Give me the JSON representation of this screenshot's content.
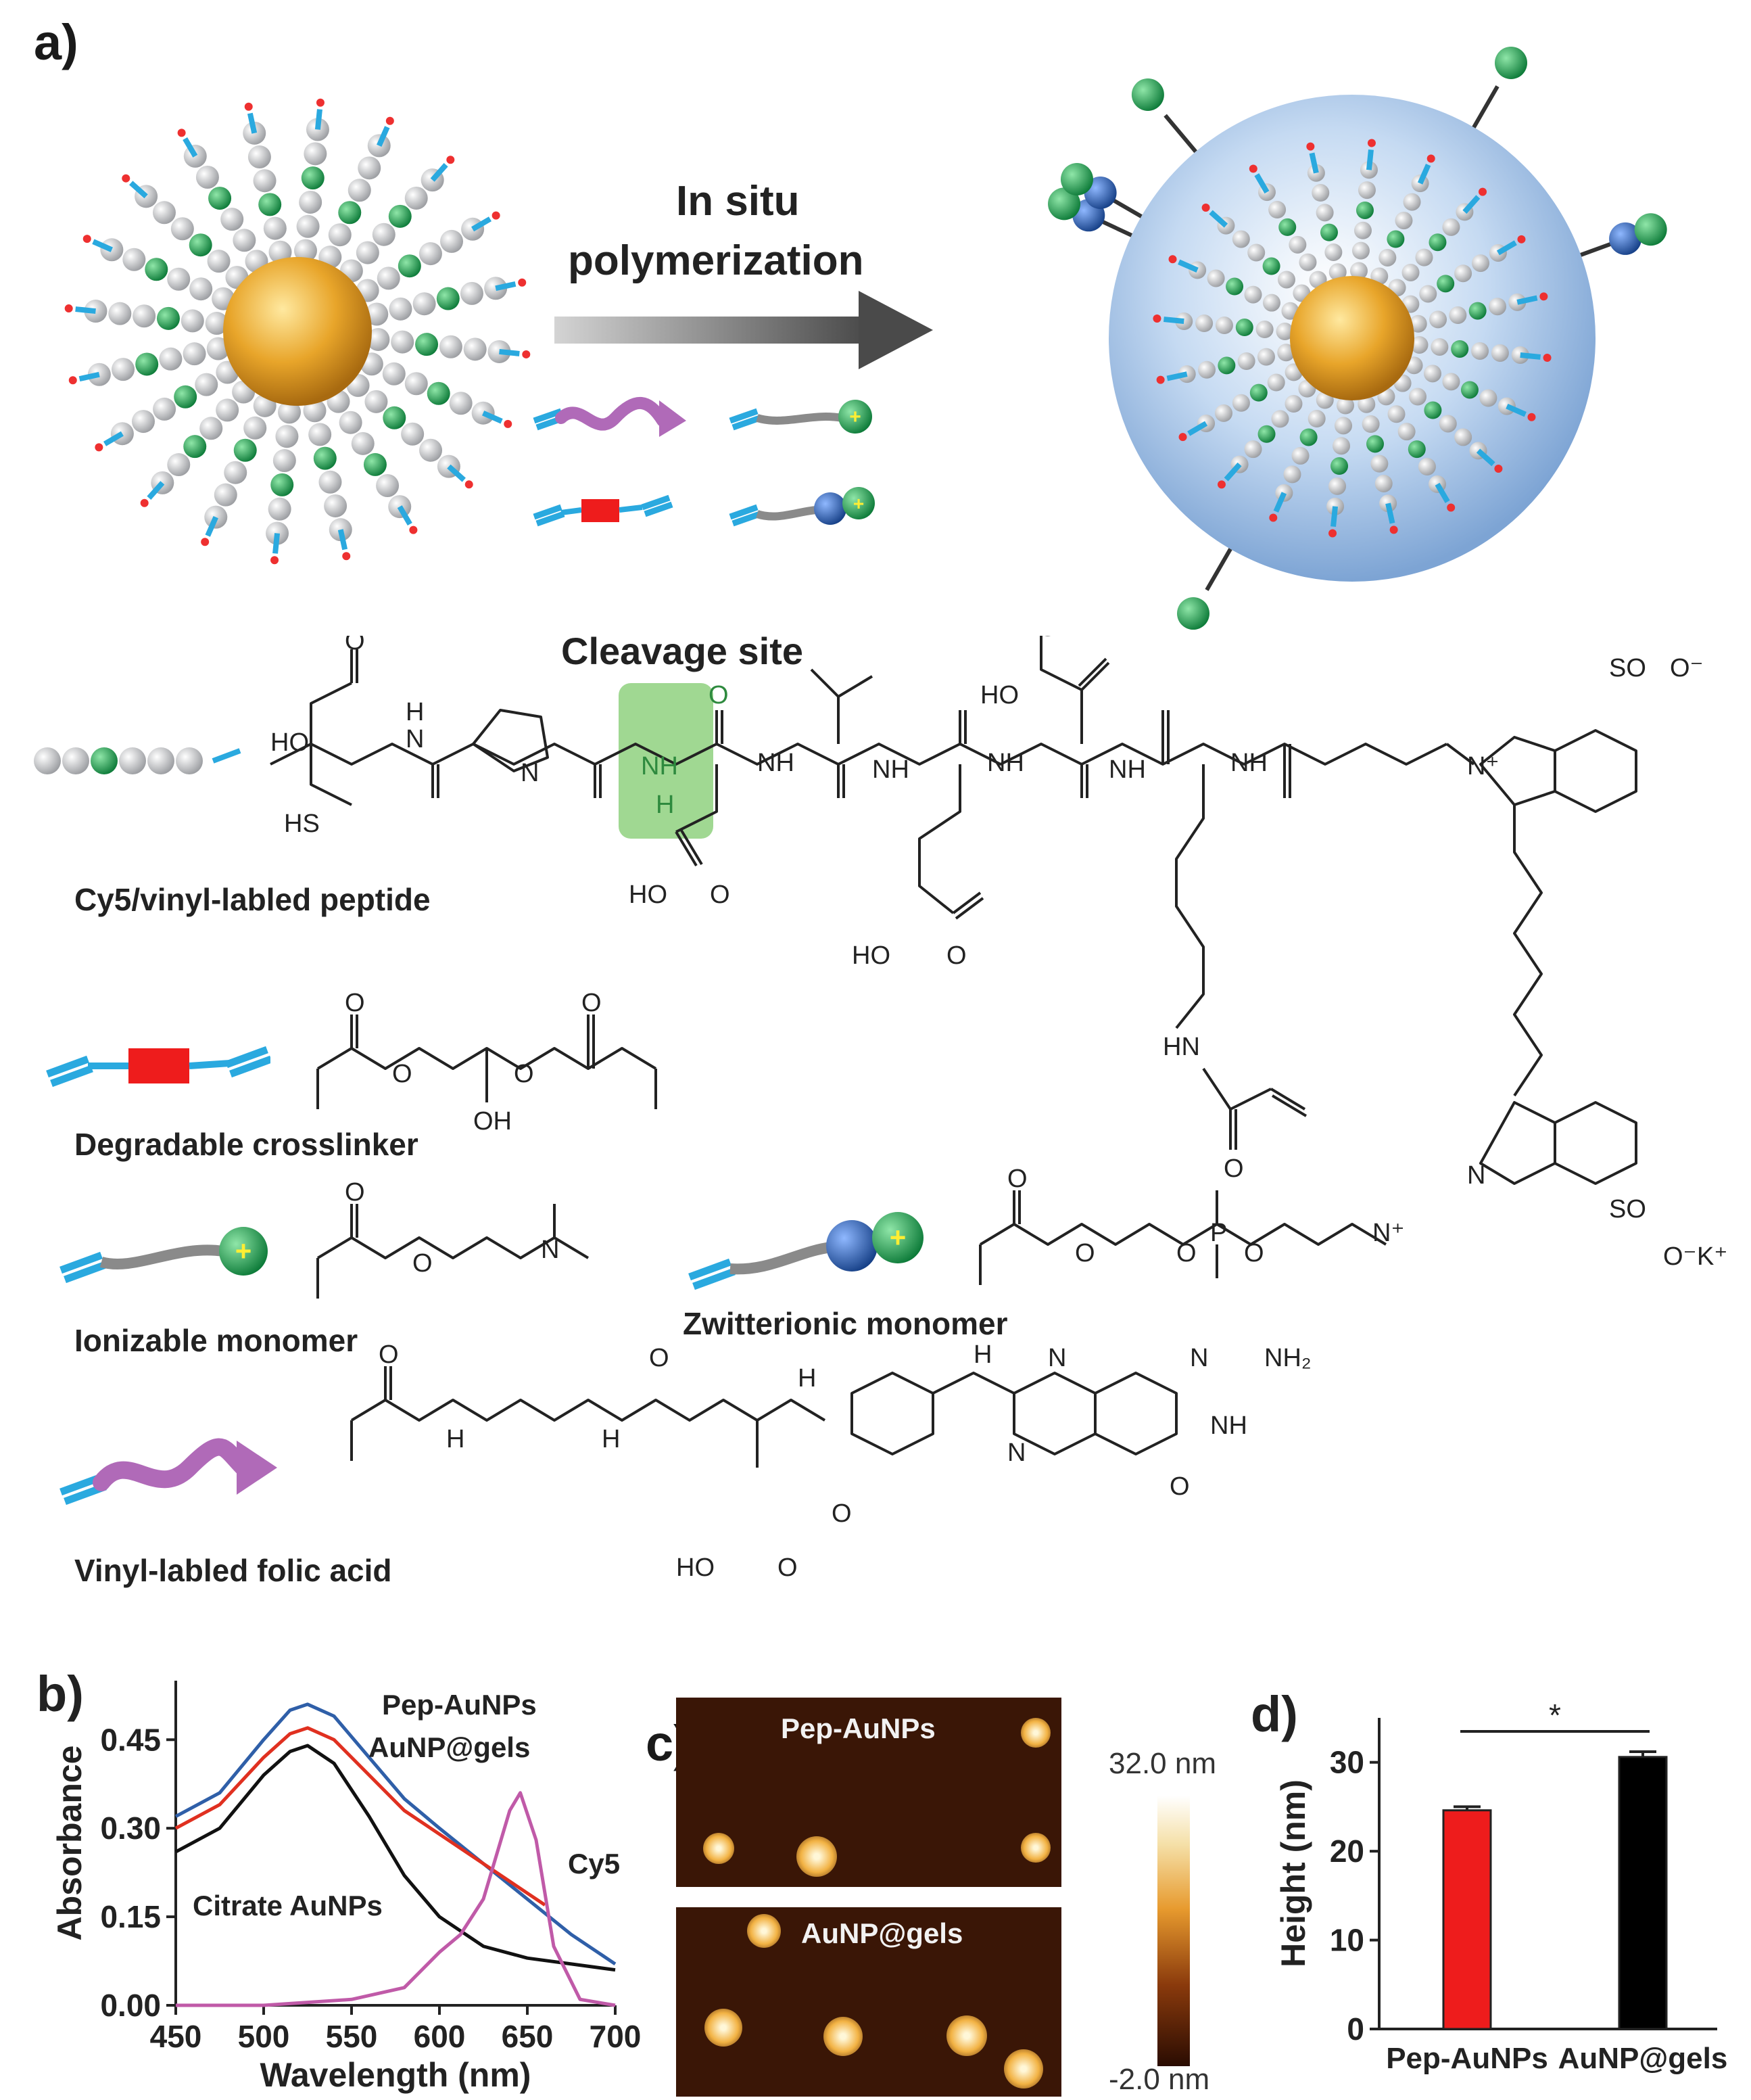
{
  "panel_a": {
    "letter": "a)",
    "arrow_text_line1": "In situ",
    "arrow_text_line2": "polymerization",
    "cleavage_title": "Cleavage site",
    "components": [
      {
        "label": "Cy5/vinyl-labled peptide"
      },
      {
        "label": "Degradable crosslinker"
      },
      {
        "label": "Ionizable monomer"
      },
      {
        "label": "Zwitterionic monomer"
      },
      {
        "label": "Vinyl-labled folic acid"
      }
    ],
    "chem_text": {
      "ho": "HO",
      "hs": "HS",
      "o": "O",
      "n": "N",
      "h": "H",
      "nh": "NH",
      "oh": "OH",
      "hn": "HN",
      "so3": "SO",
      "o_minus": "O⁻",
      "k_plus": "K⁺",
      "nh2": "NH₂",
      "n_plus": "N⁺",
      "p": "P"
    }
  },
  "chart_data": [
    {
      "type": "line",
      "panel": "b)",
      "xlabel": "Wavelength (nm)",
      "ylabel": "Absorbance",
      "xlim": [
        450,
        700
      ],
      "ylim": [
        0.0,
        0.55
      ],
      "x_ticks": [
        "450",
        "500",
        "550",
        "600",
        "650",
        "700"
      ],
      "y_ticks": [
        "0.00",
        "0.15",
        "0.30",
        "0.45"
      ],
      "series": [
        {
          "name": "Pep-AuNPs",
          "color": "#2f5fa8",
          "x": [
            450,
            475,
            500,
            515,
            525,
            540,
            560,
            580,
            600,
            625,
            650,
            675,
            700
          ],
          "y": [
            0.32,
            0.36,
            0.45,
            0.5,
            0.51,
            0.49,
            0.42,
            0.35,
            0.3,
            0.24,
            0.18,
            0.12,
            0.07
          ]
        },
        {
          "name": "AuNP@gels",
          "color": "#e03020",
          "x": [
            450,
            475,
            500,
            515,
            525,
            540,
            560,
            580,
            600,
            625,
            650,
            660
          ],
          "y": [
            0.3,
            0.34,
            0.42,
            0.46,
            0.47,
            0.45,
            0.39,
            0.33,
            0.29,
            0.24,
            0.19,
            0.17
          ]
        },
        {
          "name": "Citrate AuNPs",
          "color": "#111111",
          "x": [
            450,
            475,
            500,
            515,
            525,
            540,
            560,
            580,
            600,
            625,
            650,
            675,
            700
          ],
          "y": [
            0.26,
            0.3,
            0.39,
            0.43,
            0.44,
            0.41,
            0.32,
            0.22,
            0.15,
            0.1,
            0.08,
            0.07,
            0.06
          ]
        },
        {
          "name": "Cy5",
          "color": "#c05aa8",
          "x": [
            450,
            500,
            550,
            580,
            600,
            612,
            625,
            640,
            646,
            655,
            665,
            680,
            700
          ],
          "y": [
            0.0,
            0.0,
            0.01,
            0.03,
            0.09,
            0.12,
            0.18,
            0.33,
            0.36,
            0.28,
            0.1,
            0.01,
            0.0
          ]
        }
      ],
      "annotations": [
        "Pep-AuNPs",
        "AuNP@gels",
        "Cy5",
        "Citrate AuNPs"
      ]
    },
    {
      "type": "bar",
      "panel": "d)",
      "categories": [
        "Pep-AuNPs",
        "AuNP@gels"
      ],
      "values": [
        24.6,
        30.6
      ],
      "errors": [
        0.4,
        0.6
      ],
      "colors": [
        "#ee1c1c",
        "#000000"
      ],
      "ylabel": "Height (nm)",
      "ylim": [
        0,
        35
      ],
      "y_ticks": [
        "0",
        "10",
        "20",
        "30"
      ],
      "significance": "*"
    }
  ],
  "panel_c": {
    "letter": "c)",
    "image_top_label": "Pep-AuNPs",
    "image_bottom_label": "AuNP@gels",
    "scale_max": "32.0 nm",
    "scale_min": "-2.0 nm"
  },
  "colors": {
    "gold": "#e8a52a",
    "bead": "#d9dadc",
    "green_bead": "#1e9e52",
    "blue_bead": "#1f55a6",
    "vinyl": "#2aa9df",
    "crosslink": "#ee1c1c",
    "folate": "#b06ab8",
    "highlight": "#8fd17f",
    "afm_bg": "#3a1606"
  }
}
